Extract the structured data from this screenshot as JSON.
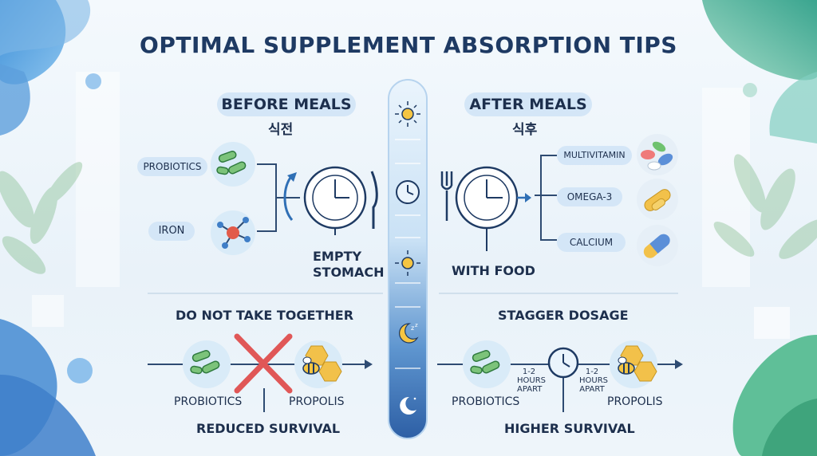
{
  "title": "OPTIMAL SUPPLEMENT ABSORPTION TIPS",
  "before_meals": {
    "heading": "BEFORE MEALS",
    "korean": "식전",
    "items": [
      "PROBIOTICS",
      "IRON"
    ],
    "plate_label_line1": "EMPTY",
    "plate_label_line2": "STOMACH"
  },
  "after_meals": {
    "heading": "AFTER MEALS",
    "korean": "식후",
    "items": [
      "MULTIVITAMIN",
      "OMEGA-3",
      "CALCIUM"
    ],
    "plate_label": "WITH FOOD"
  },
  "do_not_take": {
    "heading": "DO NOT TAKE TOGETHER",
    "item_left": "PROBIOTICS",
    "item_right": "PROPOLIS",
    "result": "REDUCED SURVIVAL"
  },
  "stagger": {
    "heading": "STAGGER DOSAGE",
    "item_left": "PROBIOTICS",
    "item_right": "PROPOLIS",
    "gap_left": [
      "1-2",
      "HOURS",
      "APART"
    ],
    "gap_right": [
      "1-2",
      "HOURS",
      "APART"
    ],
    "result": "HIGHER SURVIVAL"
  },
  "timeline_icons": [
    "sun-icon",
    "clock-icon",
    "sun-icon",
    "moon-icon",
    "moon-icon"
  ],
  "colors": {
    "title": "#1e3a63",
    "pill": "#d4e6f7",
    "accent_blue": "#2f6fb5",
    "cross_red": "#e05757",
    "bee_yellow": "#f2c14a"
  }
}
